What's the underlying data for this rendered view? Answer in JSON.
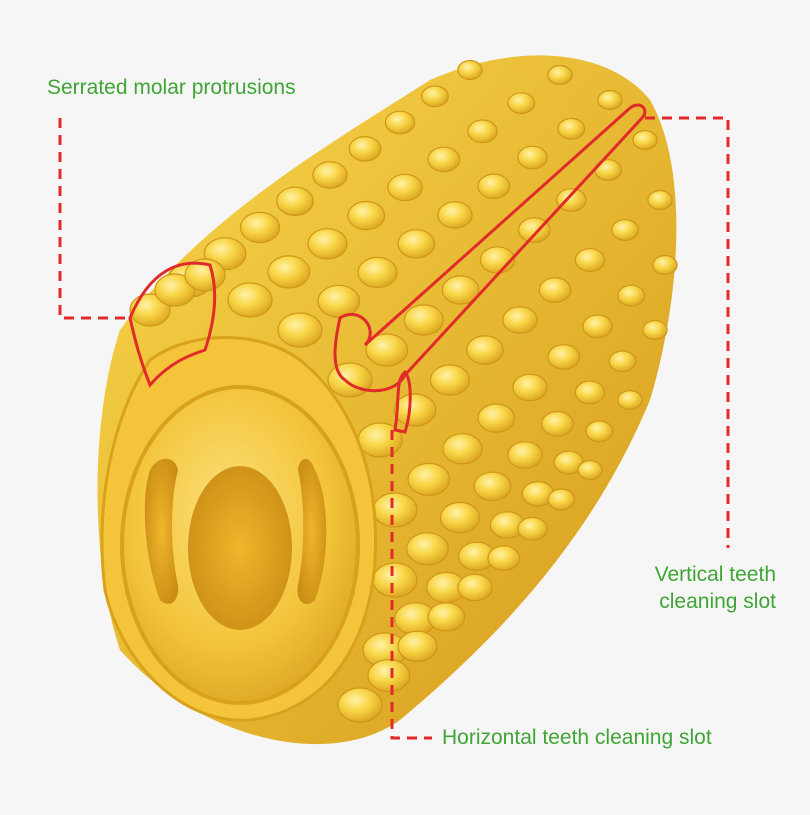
{
  "labels": {
    "serrated": "Serrated molar protrusions",
    "vertical_line1": "Vertical teeth",
    "vertical_line2": "cleaning slot",
    "horizontal": "Horizontal teeth cleaning slot"
  },
  "colors": {
    "background": "#f6f6f6",
    "label_green": "#3fa535",
    "callout_red": "#e12a2a",
    "corn_yellow": "#f7cf3a",
    "corn_shadow": "#dba520",
    "corn_highlight": "#fde585"
  }
}
